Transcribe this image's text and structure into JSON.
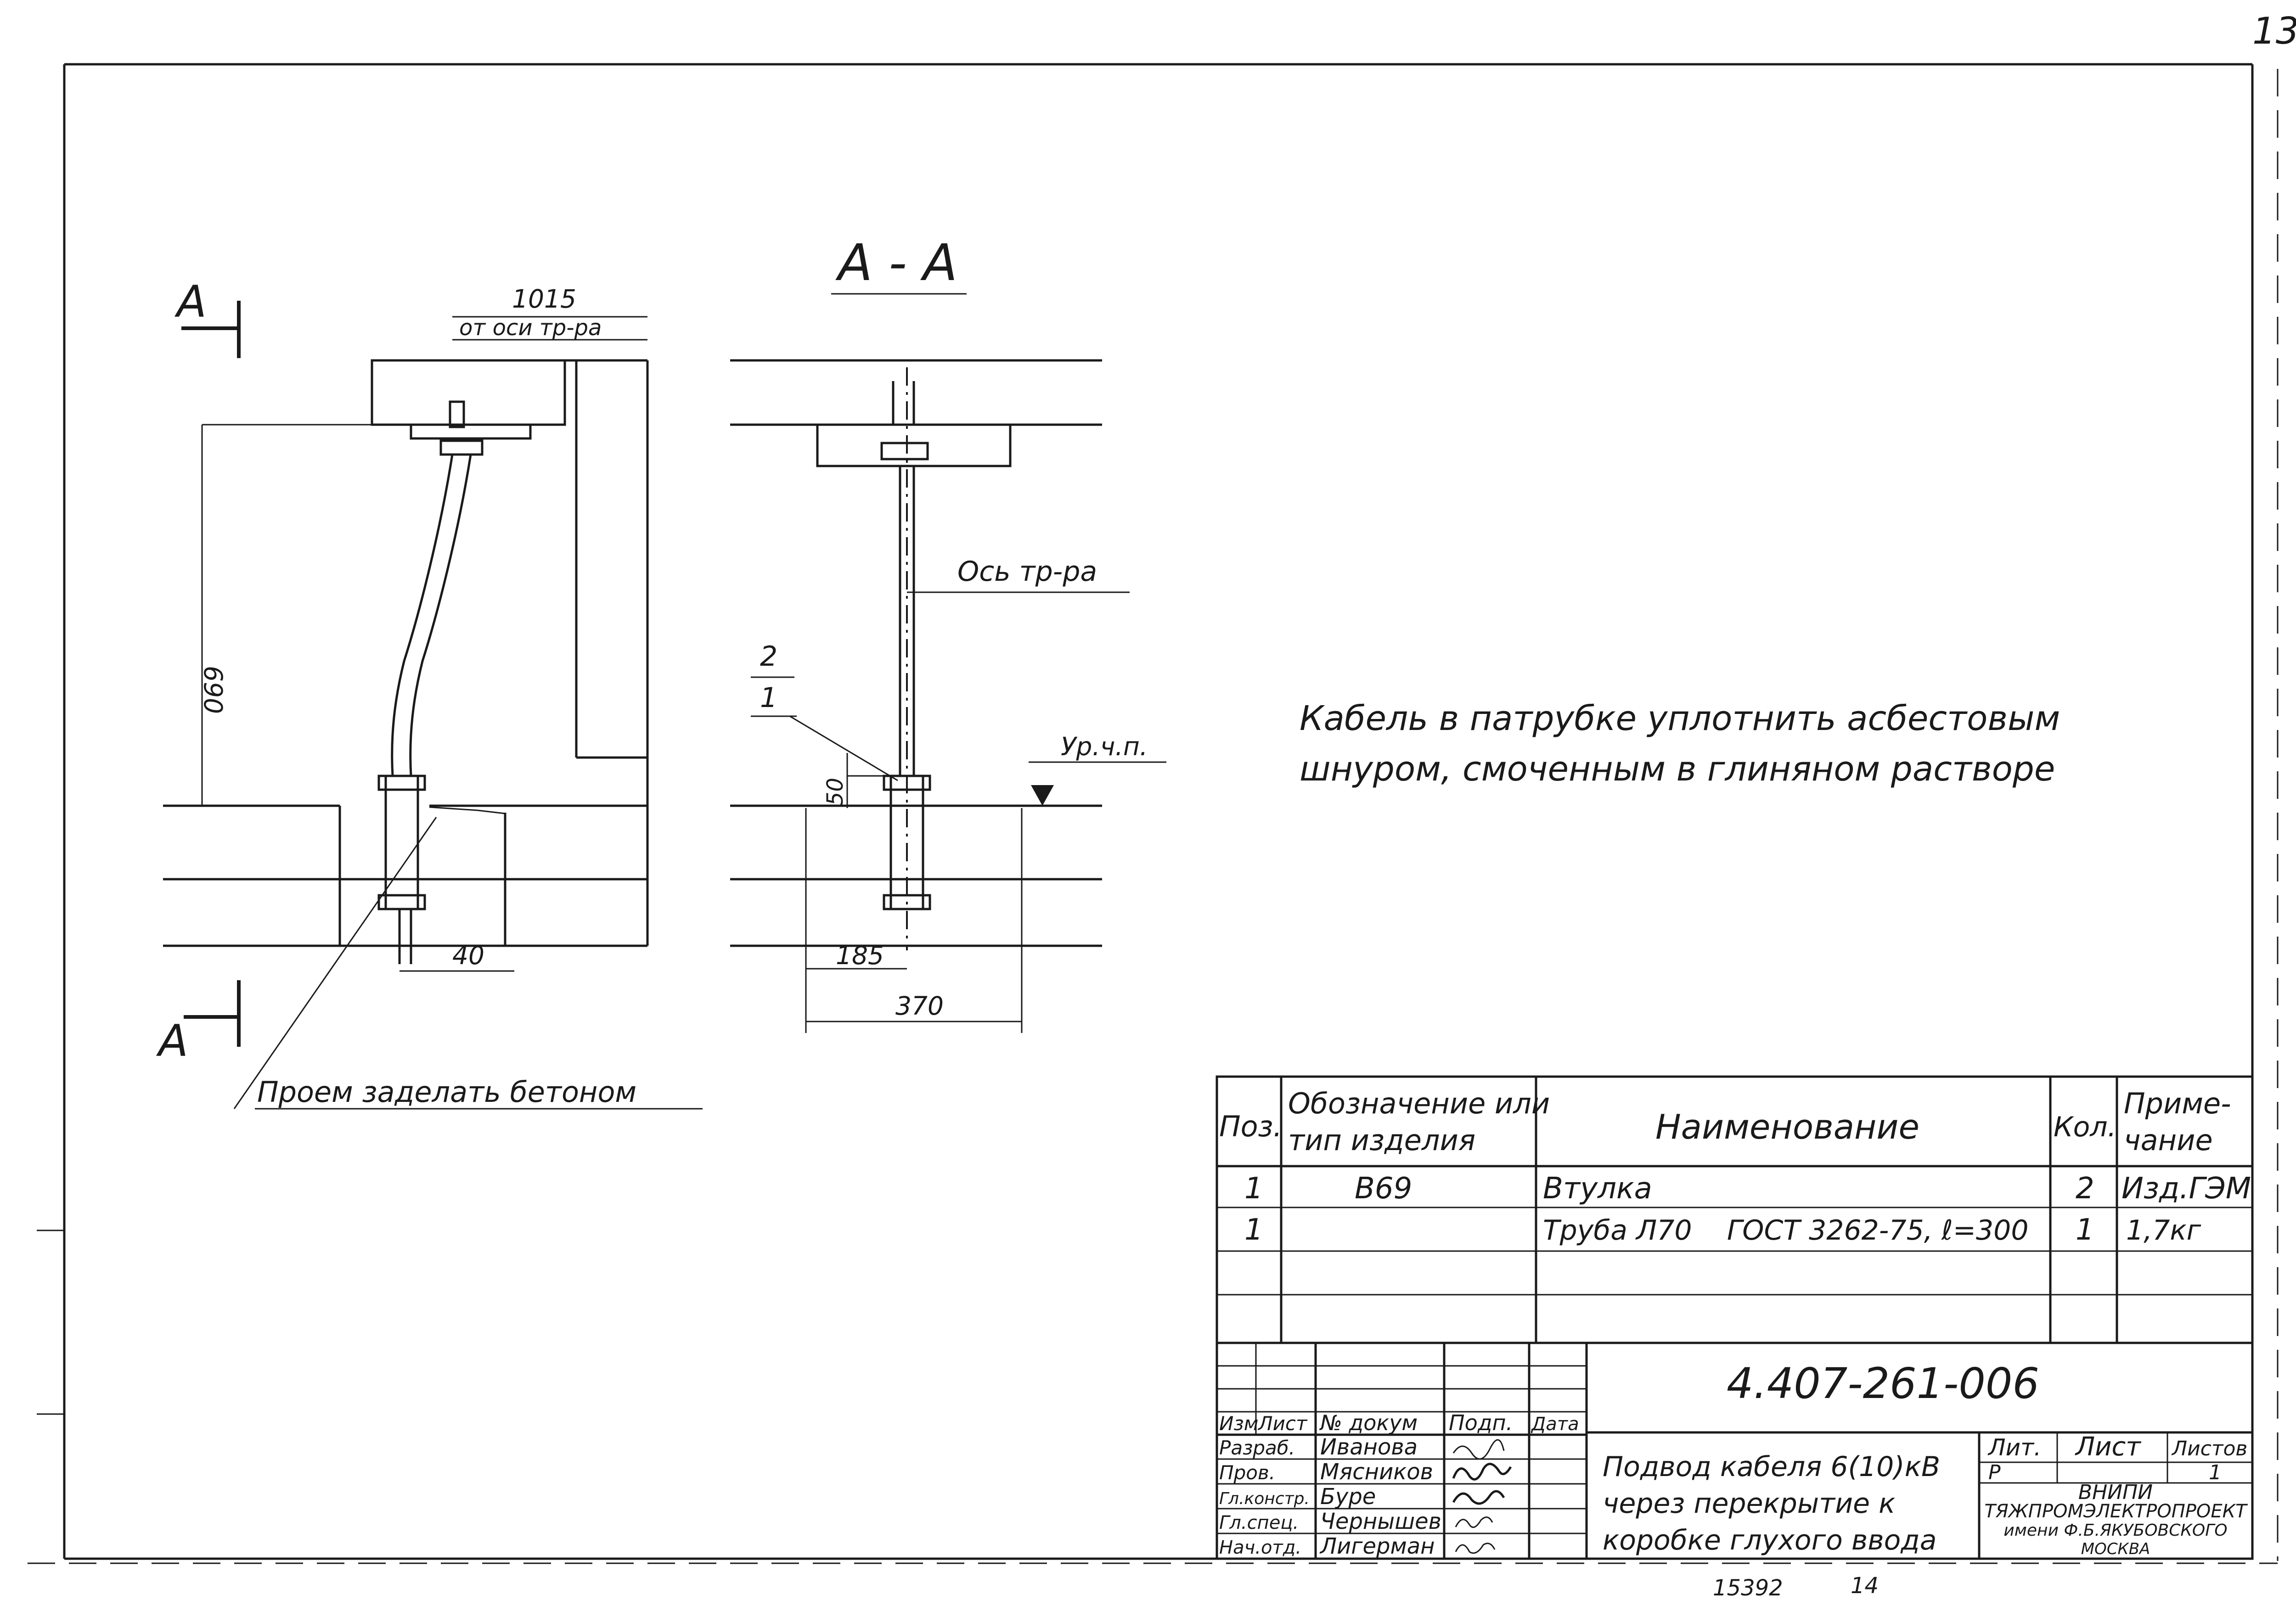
{
  "page_number": "13",
  "views": {
    "left": {
      "section_marker": "A",
      "dim_top": "1015",
      "dim_top_note": "от оси тр-ра",
      "dim_height": "690",
      "dim_bottom": "40",
      "opening_note": "Проем заделать бетоном"
    },
    "section": {
      "title": "А - А",
      "axis_label": "Ось тр-ра",
      "leader_top": "2",
      "leader_bottom": "1",
      "dim_50": "50",
      "level_mark": "Ур.ч.п.",
      "dim_185": "185",
      "dim_370": "370"
    }
  },
  "note": {
    "line1": "Кабель в патрубке уплотнить асбестовым",
    "line2": "шнуром, смоченным в глиняном растворе"
  },
  "spec_table": {
    "headers": {
      "pos": "Поз.",
      "designation_1": "Обозначение или",
      "designation_2": "тип изделия",
      "name": "Наименование",
      "qty": "Кол.",
      "note_1": "Приме-",
      "note_2": "чание"
    },
    "rows": [
      {
        "pos": "1",
        "designation": "В69",
        "name": "Втулка",
        "qty": "2",
        "note": "Изд.ГЭМ"
      },
      {
        "pos": "1",
        "designation": "",
        "name": "Труба Л70    ГОСТ 3262-75, ℓ=300",
        "qty": "1",
        "note": "1,7кг"
      }
    ]
  },
  "title_block": {
    "doc_number": "4.407-261-006",
    "col_headers": [
      "Изм",
      "Лист",
      "№ докум",
      "Подп.",
      "Дата"
    ],
    "staff": [
      {
        "role": "Разраб.",
        "name": "Иванова"
      },
      {
        "role": "Пров.",
        "name": "Мясников"
      },
      {
        "role": "Гл.констр.",
        "name": "Буре"
      },
      {
        "role": "Гл.спец.",
        "name": "Чернышев"
      },
      {
        "role": "Нач.отд.",
        "name": "Лигерман"
      }
    ],
    "title_lines": [
      "Подвод кабеля 6(10)кВ",
      "через перекрытие к",
      "коробке глухого ввода"
    ],
    "lit_header": "Лит.",
    "sheet_header": "Лист",
    "sheets_header": "Листов",
    "lit_value": "Р",
    "sheets_value": "1",
    "org_lines": [
      "ВНИПИ",
      "ТЯЖПРОМЭЛЕКТРОПРОЕКТ",
      "имени Ф.Б.ЯКУБОВСКОГО",
      "МОСКВА"
    ]
  },
  "archive_number": "15392",
  "archive_sheet": "14"
}
